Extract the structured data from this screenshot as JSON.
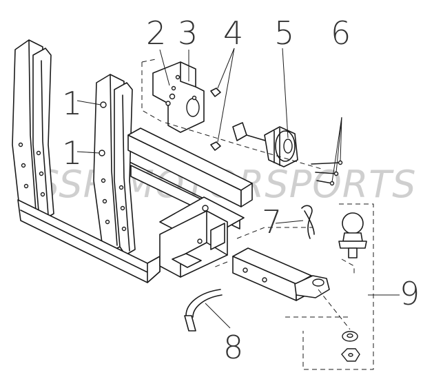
{
  "diagram": {
    "watermark": "SSR MOTORSPORTS",
    "callouts": [
      {
        "id": "c1a",
        "label": "1"
      },
      {
        "id": "c1b",
        "label": "1"
      },
      {
        "id": "c2",
        "label": "2"
      },
      {
        "id": "c3",
        "label": "3"
      },
      {
        "id": "c4",
        "label": "4"
      },
      {
        "id": "c5",
        "label": "5"
      },
      {
        "id": "c6",
        "label": "6"
      },
      {
        "id": "c7",
        "label": "7"
      },
      {
        "id": "c8",
        "label": "8"
      },
      {
        "id": "c9",
        "label": "9"
      }
    ]
  }
}
